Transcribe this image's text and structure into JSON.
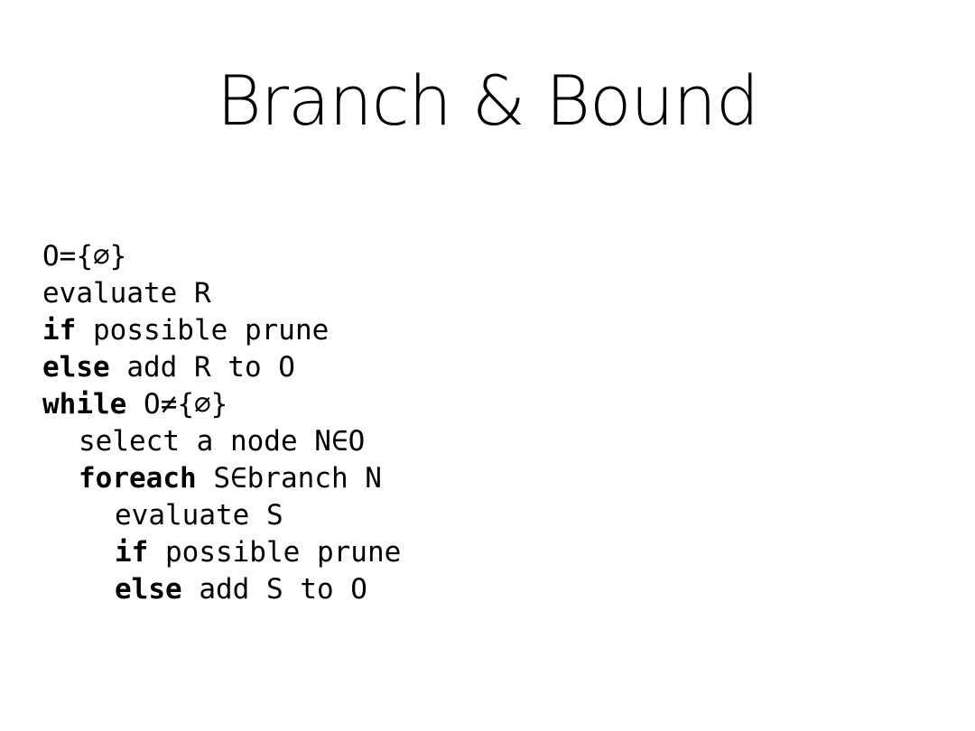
{
  "slide": {
    "title": "Branch & Bound",
    "code": [
      {
        "indent": 0,
        "kw": "",
        "text": "O={∅}"
      },
      {
        "indent": 0,
        "kw": "",
        "text": "evaluate R"
      },
      {
        "indent": 0,
        "kw": "if",
        "text": " possible prune"
      },
      {
        "indent": 0,
        "kw": "else",
        "text": " add R to O"
      },
      {
        "indent": 0,
        "kw": "while",
        "text": " O≠{∅}"
      },
      {
        "indent": 1,
        "kw": "",
        "text": "select a node N∈O"
      },
      {
        "indent": 1,
        "kw": "foreach",
        "text": " S∈branch N"
      },
      {
        "indent": 2,
        "kw": "",
        "text": "evaluate S"
      },
      {
        "indent": 2,
        "kw": "if",
        "text": " possible prune"
      },
      {
        "indent": 2,
        "kw": "else",
        "text": " add S to O"
      }
    ]
  }
}
